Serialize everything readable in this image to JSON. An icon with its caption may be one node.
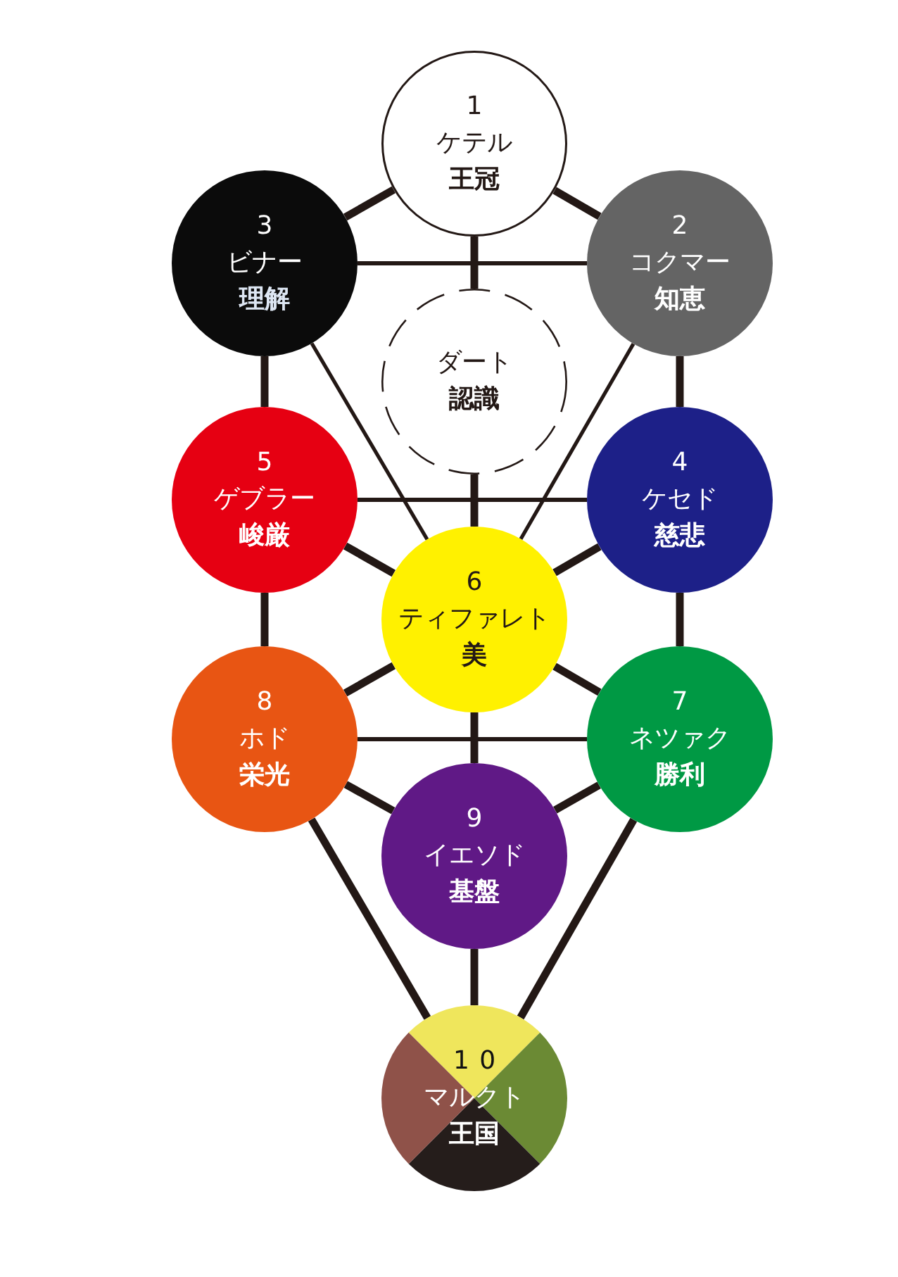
{
  "diagram": {
    "nodes": [
      {
        "text": [
          "1",
          "ケテル",
          "王冠"
        ]
      },
      {
        "text": [
          "3",
          "ビナー",
          "理解"
        ]
      },
      {
        "text": [
          "2",
          "コクマー",
          "知恵"
        ]
      },
      {
        "text": [
          "ダート",
          "認識"
        ]
      },
      {
        "text": [
          "5",
          "ゲブラー",
          "峻厳"
        ]
      },
      {
        "text": [
          "4",
          "ケセド",
          "慈悲"
        ]
      },
      {
        "text": [
          "6",
          "ティファレト",
          "美"
        ]
      },
      {
        "text": [
          "8",
          "ホド",
          "栄光"
        ]
      },
      {
        "text": [
          "7",
          "ネツァク",
          "勝利"
        ]
      },
      {
        "text": [
          "9",
          "イエソド",
          "基盤"
        ]
      },
      {
        "text": [
          "10",
          "マルクト",
          "王国"
        ]
      }
    ],
    "edges": [
      {
        "from": 0,
        "to": 1,
        "arrow": "none"
      },
      {
        "from": 0,
        "to": 2,
        "arrow": "none"
      },
      {
        "from": 0,
        "to": 3,
        "arrow": "none"
      },
      {
        "from": 1,
        "to": 2,
        "arrow": "none"
      },
      {
        "from": 1,
        "to": 4,
        "arrow": "none"
      },
      {
        "from": 1,
        "to": 6,
        "arrow": "none"
      },
      {
        "from": 2,
        "to": 5,
        "arrow": "none"
      },
      {
        "from": 2,
        "to": 6,
        "arrow": "none"
      },
      {
        "from": 3,
        "to": 6,
        "arrow": "none"
      },
      {
        "from": 4,
        "to": 5,
        "arrow": "none"
      },
      {
        "from": 4,
        "to": 6,
        "arrow": "none"
      },
      {
        "from": 4,
        "to": 7,
        "arrow": "none"
      },
      {
        "from": 5,
        "to": 6,
        "arrow": "none"
      },
      {
        "from": 5,
        "to": 8,
        "arrow": "none"
      },
      {
        "from": 6,
        "to": 7,
        "arrow": "none"
      },
      {
        "from": 6,
        "to": 8,
        "arrow": "none"
      },
      {
        "from": 6,
        "to": 9,
        "arrow": "none"
      },
      {
        "from": 7,
        "to": 8,
        "arrow": "none"
      },
      {
        "from": 7,
        "to": 9,
        "arrow": "none"
      },
      {
        "from": 7,
        "to": 10,
        "arrow": "none"
      },
      {
        "from": 8,
        "to": 9,
        "arrow": "none"
      },
      {
        "from": 8,
        "to": 10,
        "arrow": "none"
      },
      {
        "from": 9,
        "to": 10,
        "arrow": "none"
      }
    ]
  }
}
